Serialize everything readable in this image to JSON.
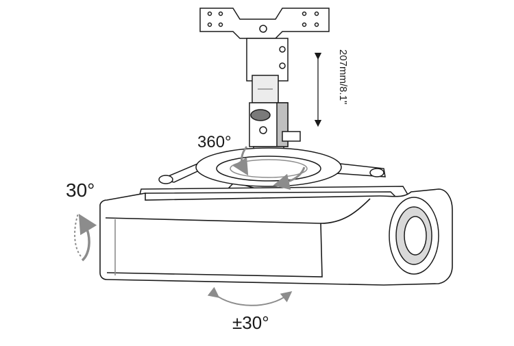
{
  "labels": {
    "rotation": "360°",
    "tilt": "30°",
    "swivel": "±30°",
    "height_range": "207mm/8.1\""
  },
  "colors": {
    "line": "#1a1a1a",
    "body_fill": "#ffffff",
    "shade": "#d9d9d9",
    "arrow_gray": "#8c8c8c"
  },
  "icons": {
    "rotation_arrow": "rotate-arrow-icon",
    "tilt_arrow": "tilt-arrow-icon",
    "swivel_arrow": "swivel-arrow-icon",
    "height_arrow": "double-arrow-icon"
  }
}
